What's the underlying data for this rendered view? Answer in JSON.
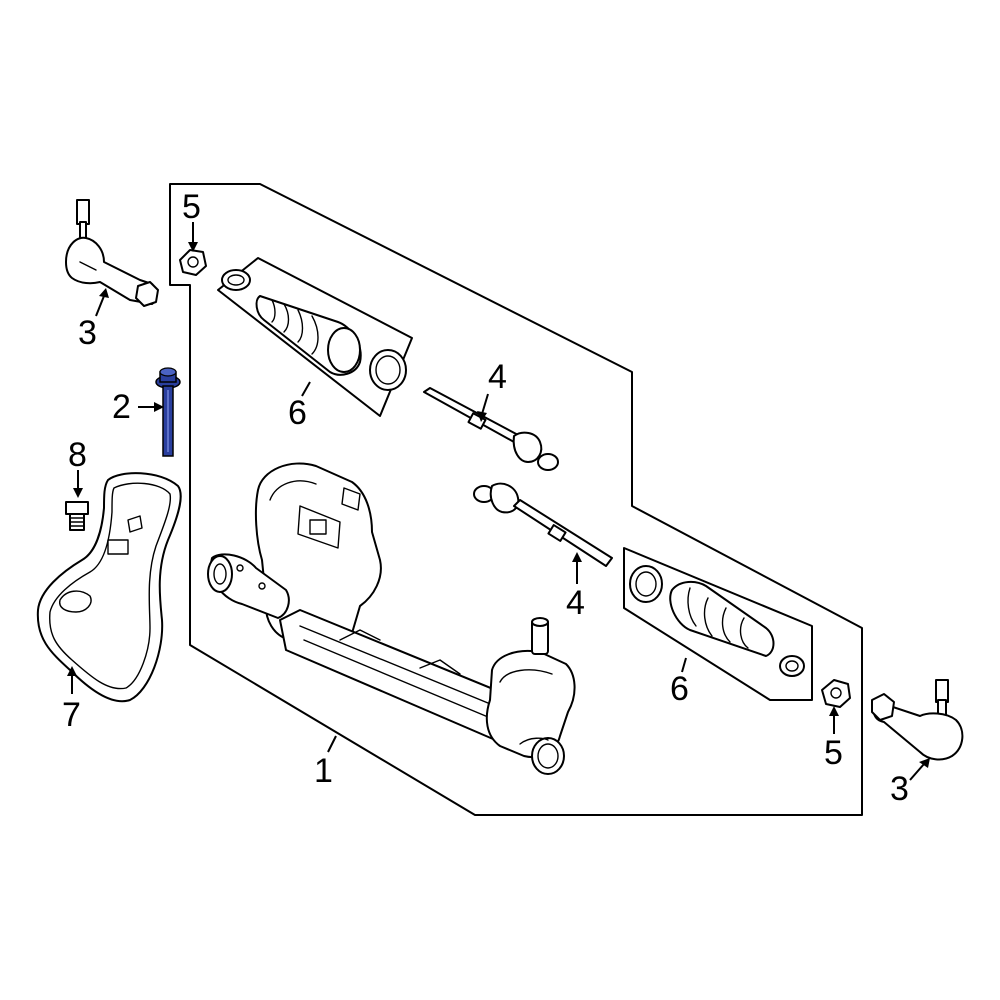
{
  "diagram": {
    "callouts": {
      "c1": "1",
      "c2": "2",
      "c3a": "3",
      "c3b": "3",
      "c4a": "4",
      "c4b": "4",
      "c5a": "5",
      "c5b": "5",
      "c6a": "6",
      "c6b": "6",
      "c7": "7",
      "c8": "8"
    },
    "highlight_color": "#2a3f9e",
    "line_color": "#000000"
  }
}
